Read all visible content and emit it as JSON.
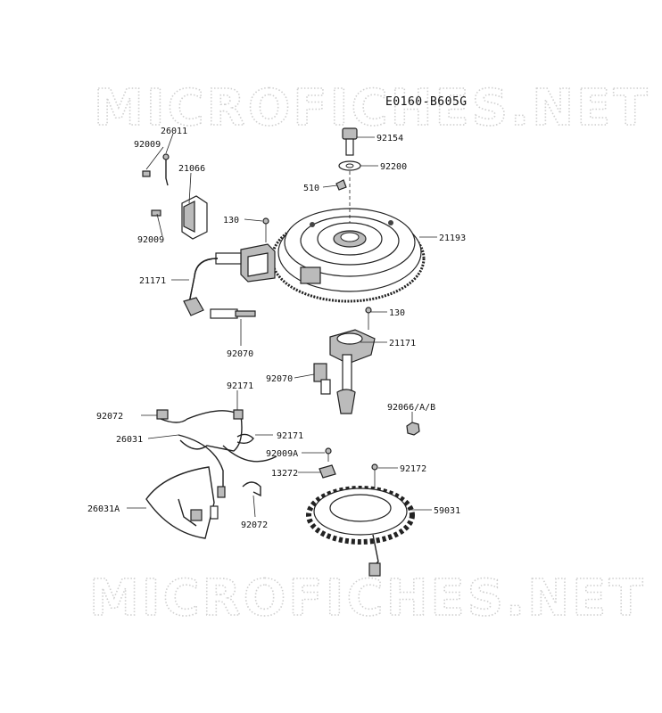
{
  "diagram_code": "E0160-B605G",
  "watermark": "MICROFICHES.NET",
  "parts": {
    "p26011": "26011",
    "p92009_top": "92009",
    "p21066": "21066",
    "p92009_bottom": "92009",
    "p130_top": "130",
    "p21171_left": "21171",
    "p92070_left": "92070",
    "p92154": "92154",
    "p92200": "92200",
    "p510": "510",
    "p21193": "21193",
    "p130_right": "130",
    "p21171_right": "21171",
    "p92070_right": "92070",
    "p92066": "92066/A/B",
    "p92171_top": "92171",
    "p92171_mid": "92171",
    "p92072_top": "92072",
    "p26031": "26031",
    "p92009A": "92009A",
    "p13272": "13272",
    "p92172": "92172",
    "p26031A": "26031A",
    "p59031": "59031",
    "p92072_bottom": "92072"
  }
}
